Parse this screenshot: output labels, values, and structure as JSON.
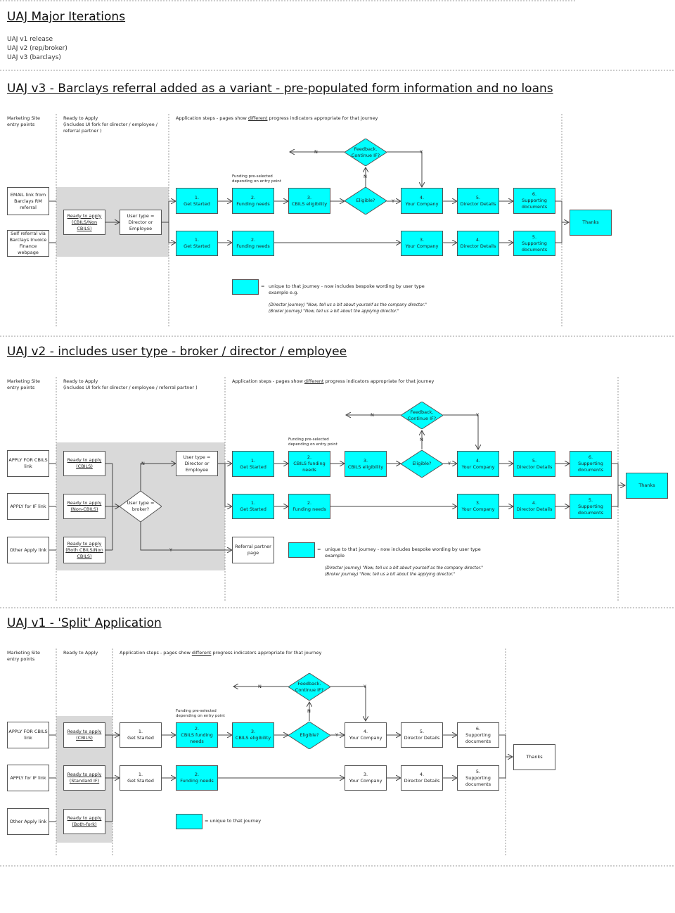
{
  "title": "UAJ Major Iterations",
  "iterations": [
    "UAJ v1 release",
    "UAJ v2 (rep/broker)",
    "UAJ v3 (barclays)"
  ],
  "v3": {
    "heading": "UAJ v3 - Barclays referral added as a variant - pre-populated form information and no loans",
    "col_marketing": "Marketing Site\nentry points",
    "col_ready": "Ready to Apply\n(includes UI fork for director / employee /\nreferral partner )",
    "col_steps_pre": "Application steps - pages show ",
    "col_steps_ul": "different",
    "col_steps_post": " progress indicators appropriate for that journey",
    "entry_email": "EMAIL link from\nBarclays RM\nreferral",
    "entry_self": "Self referral via\nBarclays Invoice\nFinance webpage",
    "ready": "Ready to apply\n(CBILS/Non\nCBILS)",
    "user_type": "User type =\nDirector or\nEmployee",
    "funding_note": "Funding pre-selected\ndepending on entry point",
    "feedback": "Feedback.\nContinue IF?",
    "eligible": "Eligible?",
    "n": "N",
    "y": "Y",
    "row1": [
      "1.\nGet Started",
      "2.\nFunding needs",
      "3.\nCBILS eligibility",
      "4.\nYour Company",
      "5.\nDirector Details",
      "6.\nSupporting\ndocuments"
    ],
    "row2": [
      "1.\nGet Started",
      "2.\nFunding needs",
      "3.\nYour Company",
      "4.\nDirector Details",
      "5.\nSupporting\ndocuments"
    ],
    "thanks": "Thanks",
    "legend_eq": "=",
    "legend": "unique to that journey - now includes bespoke wording by user type\nexample e.g.",
    "example1": "(Director journey) \"Now, tell us a bit about yourself as the company director.\"",
    "example2": "(Broker journey) \"Now, tell us a bit about the applying director.\""
  },
  "v2": {
    "heading": "UAJ v2 - includes user type - broker / director / employee",
    "col_marketing": "Marketing Site\nentry points",
    "col_ready": "Ready to Apply\n(includes UI fork for director / employee / referral partner )",
    "col_steps_pre": "Application steps - pages show ",
    "col_steps_ul": "different",
    "col_steps_post": " progress indicators appropriate for that journey",
    "entry_cbils": "APPLY FOR CBILS\nlink",
    "entry_if": "APPLY for IF link",
    "entry_other": "Other Apply link",
    "ready_cbils": "Ready to apply\n(CBILS)",
    "ready_noncbils": "Ready to apply\n(Non-CBILS)",
    "ready_both": "Ready to apply\n(Both CBILS/Non\nCBILS)",
    "broker": "User type =\nbroker?",
    "user_type": "User type =\nDirector or\nEmployee",
    "referral": "Referral partner\npage",
    "funding_note": "Funding pre-selected\ndepending on entry point",
    "feedback": "Feedback.\nContinue IF?",
    "eligible": "Eligible?",
    "n": "N",
    "y": "Y",
    "row1": [
      "1.\nGet Started",
      "2.\nCBILS funding\nneeds",
      "3.\nCBILS eligibility",
      "4.\nYour Company",
      "5.\nDirector Details",
      "6.\nSupporting\ndocuments"
    ],
    "row2": [
      "1.\nGet Started",
      "2.\nFunding needs",
      "3.\nYour Company",
      "4.\nDirector Details",
      "5.\nSupporting\ndocuments"
    ],
    "thanks": "Thanks",
    "legend_eq": "=",
    "legend": "unique to that journey - now includes bespoke wording by user type\nexample",
    "example1": "(Director journey) \"Now, tell us a bit about yourself as the company director.\"",
    "example2": "(Broker journey) \"Now, tell us a bit about the applying director.\""
  },
  "v1": {
    "heading": "UAJ v1 - 'Split' Application",
    "col_marketing": "Marketing Site\nentry points",
    "col_ready": "Ready to Apply",
    "col_steps_pre": "Application steps - pages show ",
    "col_steps_ul": "different",
    "col_steps_post": " progress indicators appropriate for that journey",
    "entry_cbils": "APPLY FOR CBILS\nlink",
    "entry_if": "APPLY for IF link",
    "entry_other": "Other Apply link",
    "ready_cbils": "Ready to apply\n(CBILS)",
    "ready_if": "Ready to apply\n(Standard IF)",
    "ready_both": "Ready to apply\n(Both-fork)",
    "funding_note": "Funding pre-selected\ndepending on entry point",
    "feedback": "Feedback.\nContinue IF?",
    "eligible": "Eligible?",
    "n": "N",
    "y": "Y",
    "row1": [
      "1.\nGet Started",
      "2.\nCBILS funding\nneeds",
      "3.\nCBILS eligibility",
      "4.\nYour Company",
      "5.\nDirector Details",
      "6.\nSupporting\ndocuments"
    ],
    "row2": [
      "1.\nGet Started",
      "2.\nFunding needs",
      "3.\nYour Company",
      "4.\nDirector Details",
      "5.\nSupporting\ndocuments"
    ],
    "thanks": "Thanks",
    "legend": "= unique to that journey"
  }
}
